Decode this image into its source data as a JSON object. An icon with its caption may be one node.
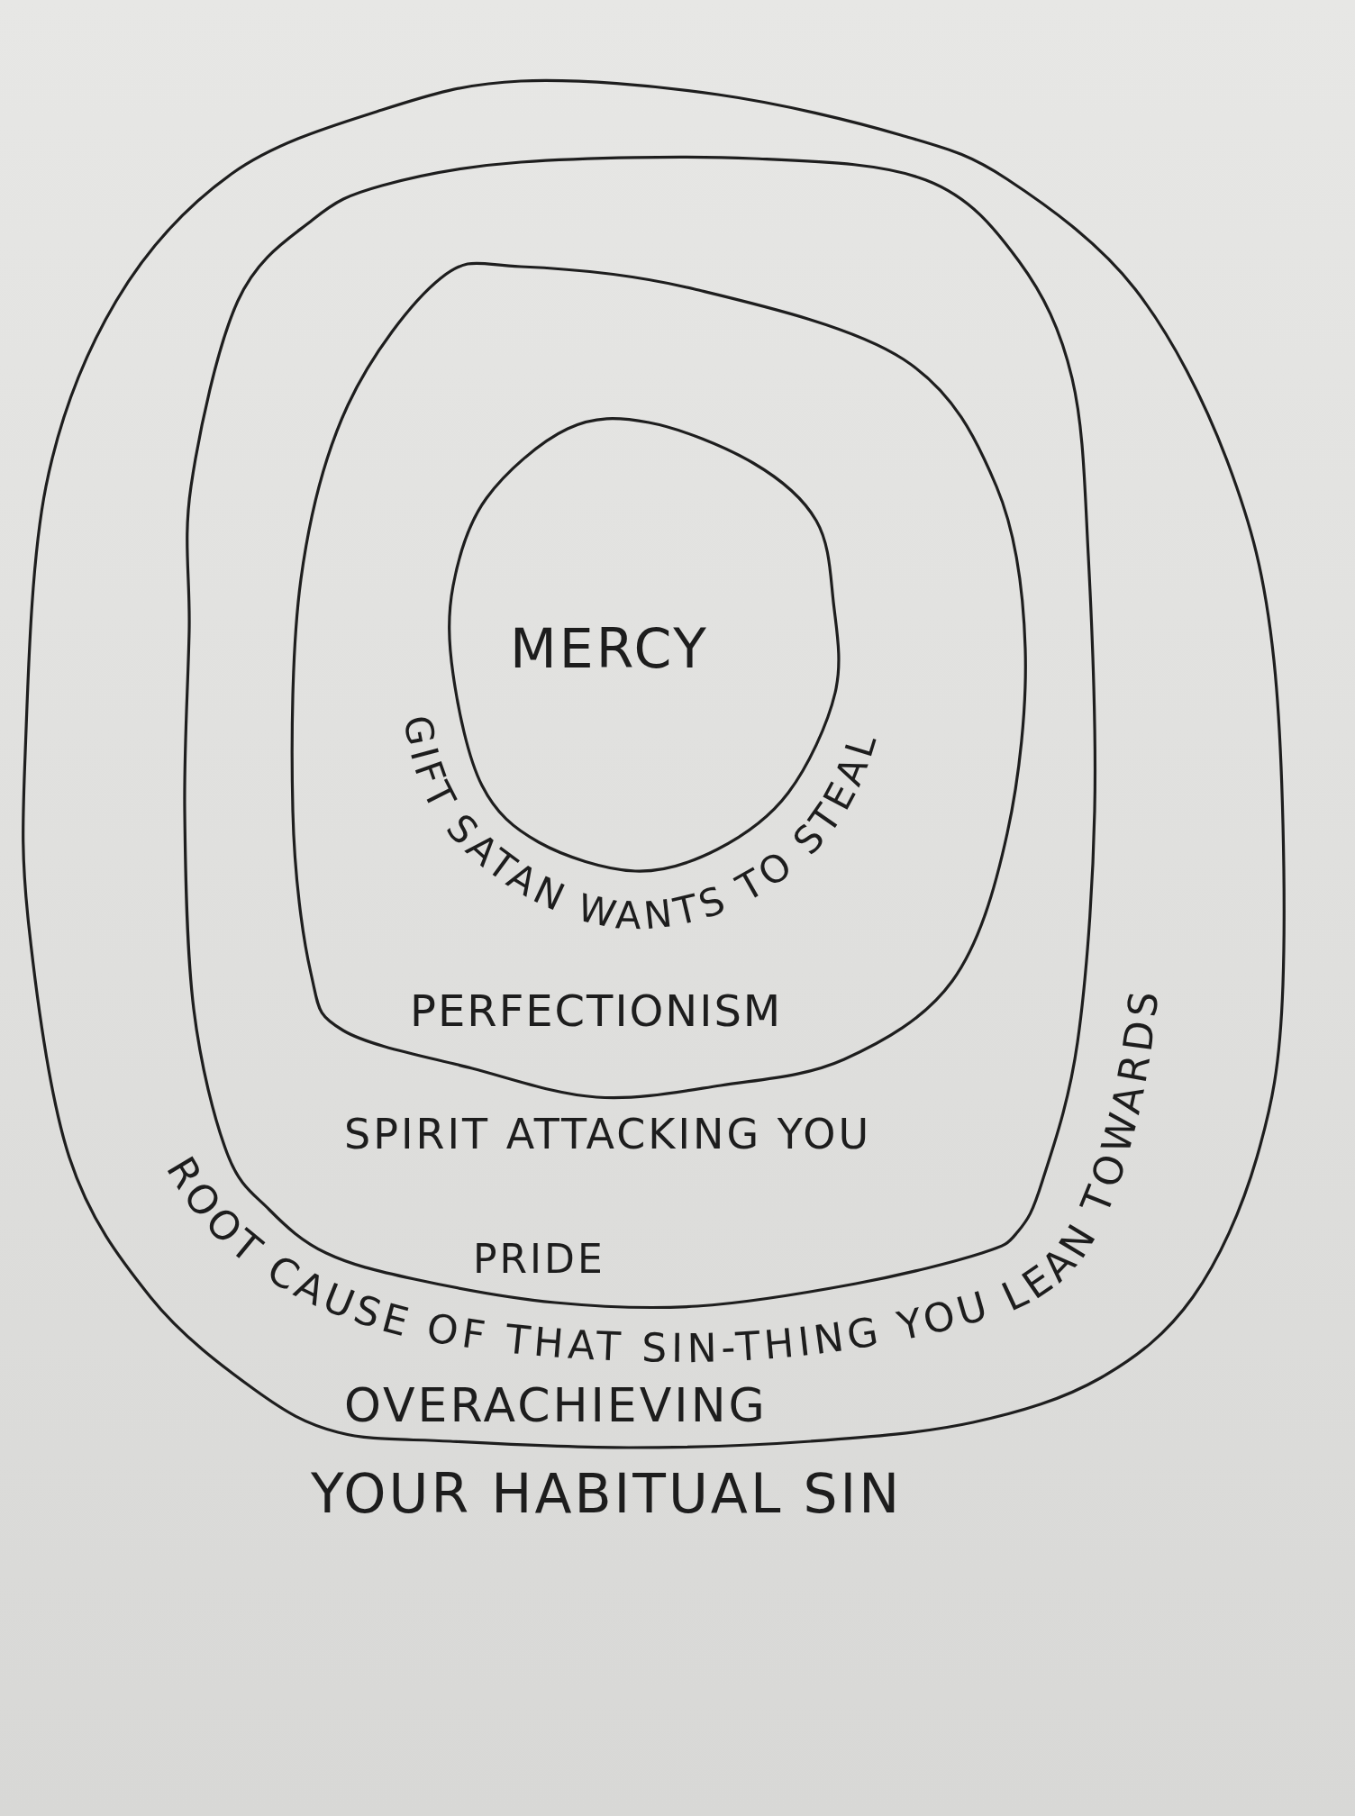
{
  "diagram": {
    "nodes": [
      {
        "text": [
          "OVERACHIEVING",
          "YOUR HABITUAL SIN"
        ]
      },
      {
        "text": [
          "PRIDE",
          "ROOT CAUSE OF THAT SIN-THING YOU LEAN TOWARDS"
        ],
        "in": 0
      },
      {
        "text": [
          "PERFECTIONISM",
          "SPIRIT ATTACKING YOU"
        ],
        "in": 1
      },
      {
        "text": [
          "MERCY",
          "GIFT SATAN WANTS TO STEAL"
        ],
        "in": 2
      }
    ]
  }
}
